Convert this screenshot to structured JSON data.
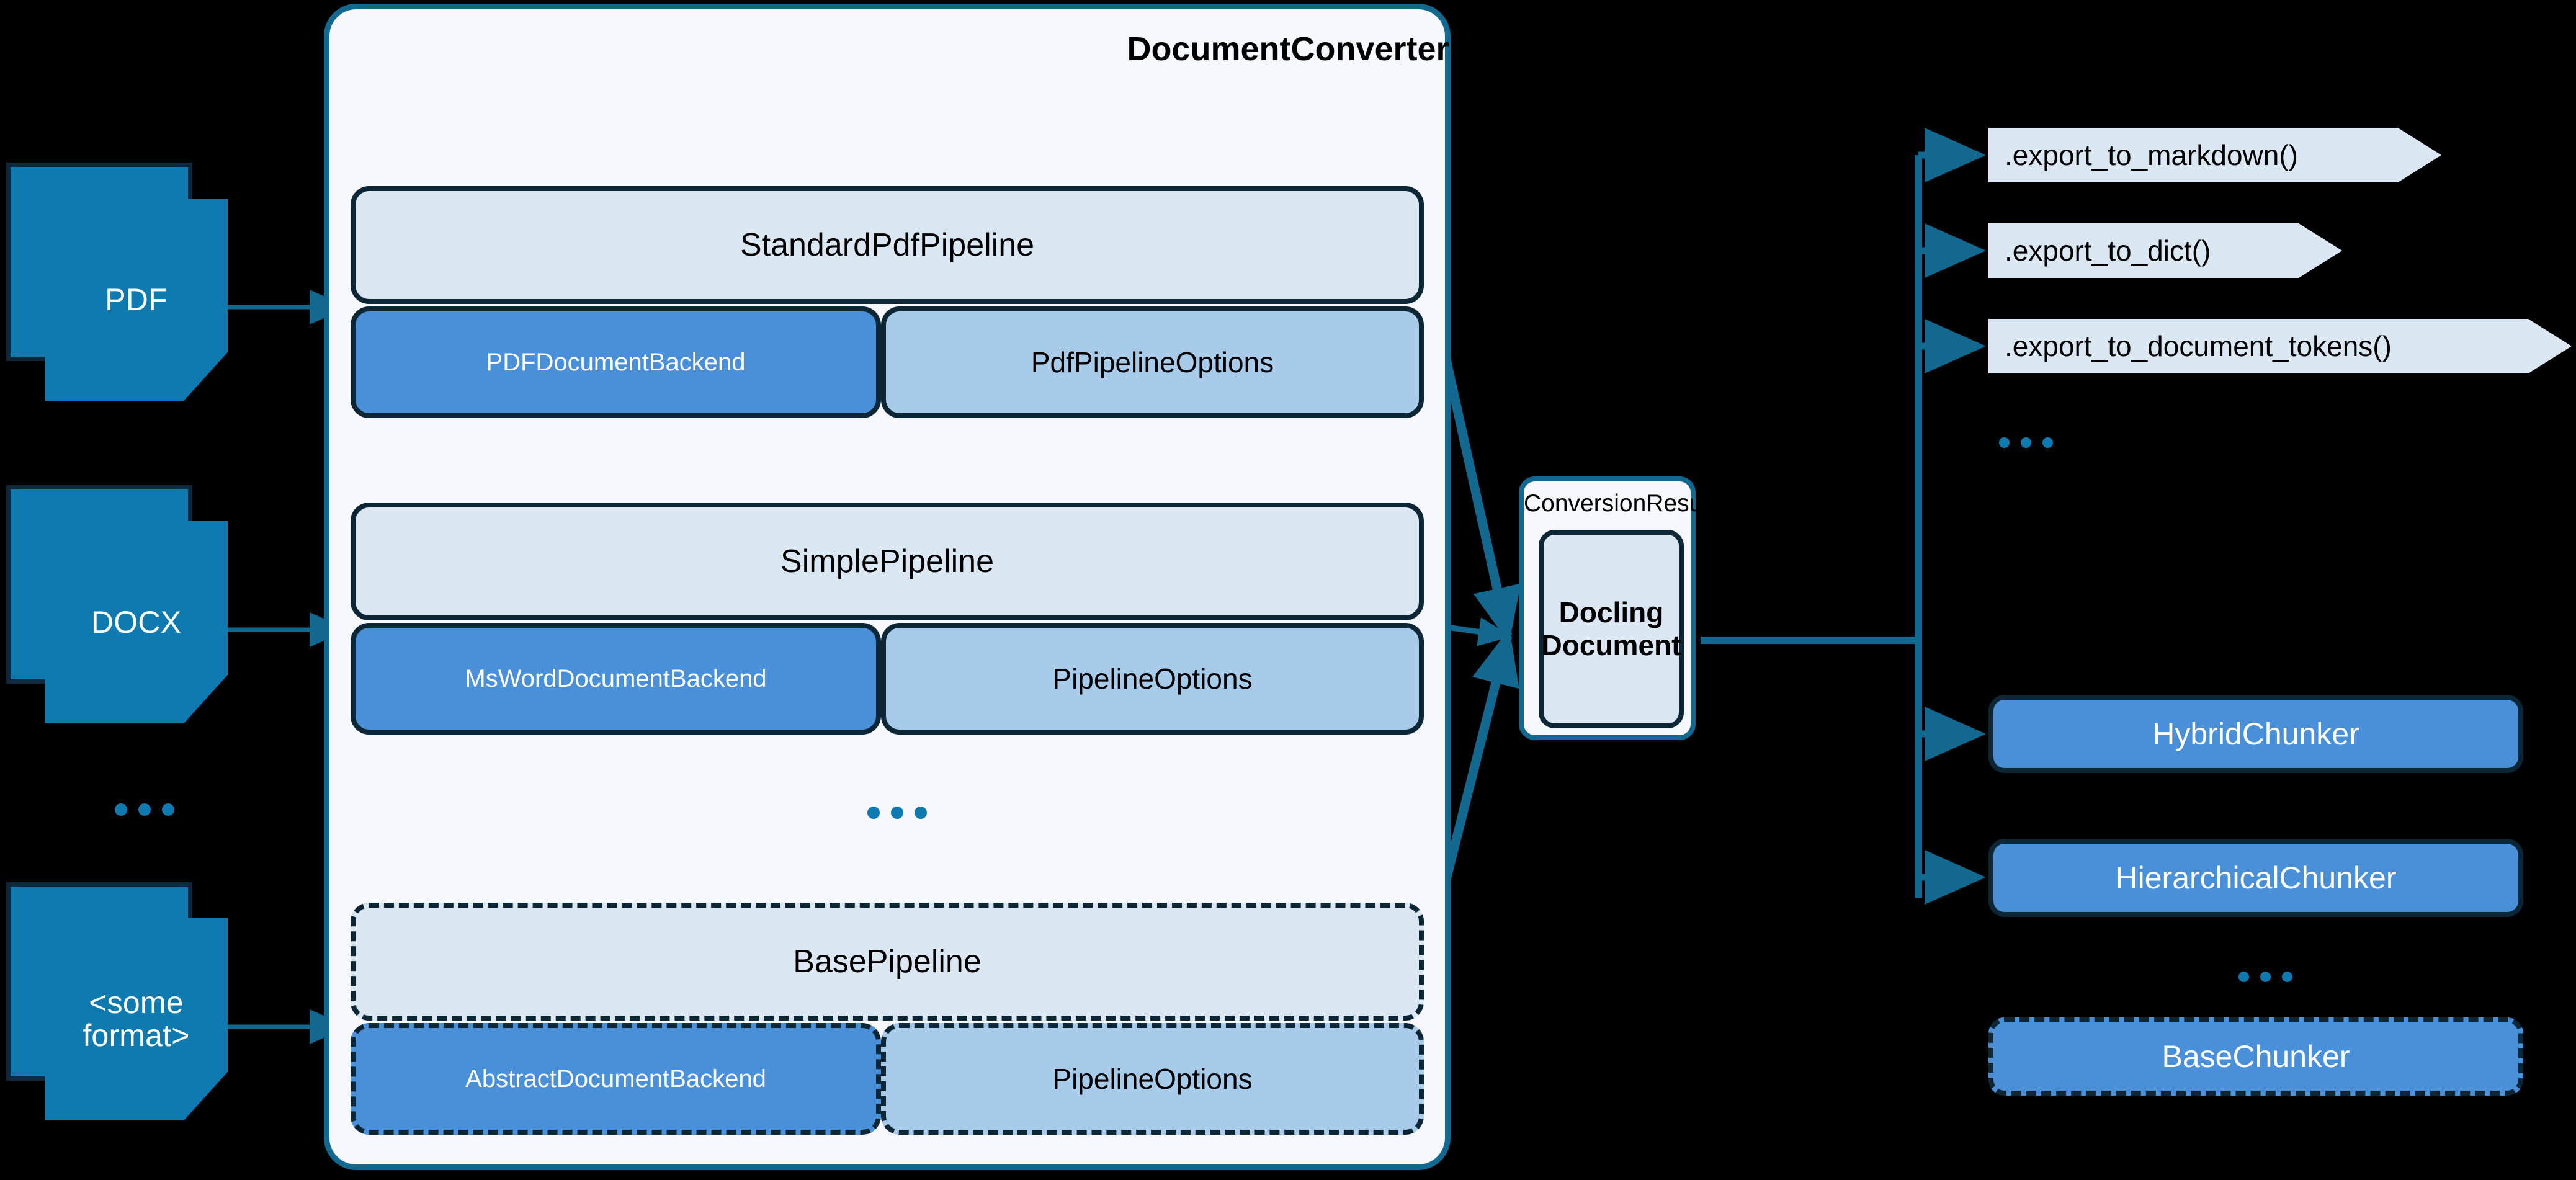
{
  "inputs": [
    {
      "id": "pdf",
      "label": "PDF"
    },
    {
      "id": "docx",
      "label": "DOCX"
    },
    {
      "id": "other",
      "label": "<some\nformat>"
    }
  ],
  "input_ellipsis": "...",
  "converter": {
    "title": "DocumentConverter",
    "ellipsis": "...",
    "pipelines": [
      {
        "name": "StandardPdfPipeline",
        "backend": "PDFDocumentBackend",
        "options": "PdfPipelineOptions",
        "abstract": false
      },
      {
        "name": "SimplePipeline",
        "backend": "MsWordDocumentBackend",
        "options": "PipelineOptions",
        "abstract": false
      },
      {
        "name": "BasePipeline",
        "backend": "AbstractDocumentBackend",
        "options": "PipelineOptions",
        "abstract": true
      }
    ]
  },
  "result": {
    "label": "ConversionResult",
    "document_line1": "Docling",
    "document_line2": "Document"
  },
  "exports": [
    {
      "label": ".export_to_markdown()"
    },
    {
      "label": ".export_to_dict()"
    },
    {
      "label": ".export_to_document_tokens()"
    }
  ],
  "export_ellipsis": "...",
  "chunkers": [
    {
      "label": "HybridChunker",
      "abstract": false
    },
    {
      "label": "HierarchicalChunker",
      "abstract": false
    },
    {
      "label": "BaseChunker",
      "abstract": true
    }
  ],
  "chunker_ellipsis": "...",
  "colors": {
    "background": "#000000",
    "panel_fill": "#f6f8fd",
    "panel_border": "#13688f",
    "pipeline_head_fill": "#dce7f4",
    "backend_fill": "#4a90d9",
    "options_fill": "#a8cbea",
    "box_border": "#0d2635",
    "doc_icon_fill": "#0f7ab0",
    "wire": "#13688f",
    "accent_dot": "#0f7ab0"
  }
}
